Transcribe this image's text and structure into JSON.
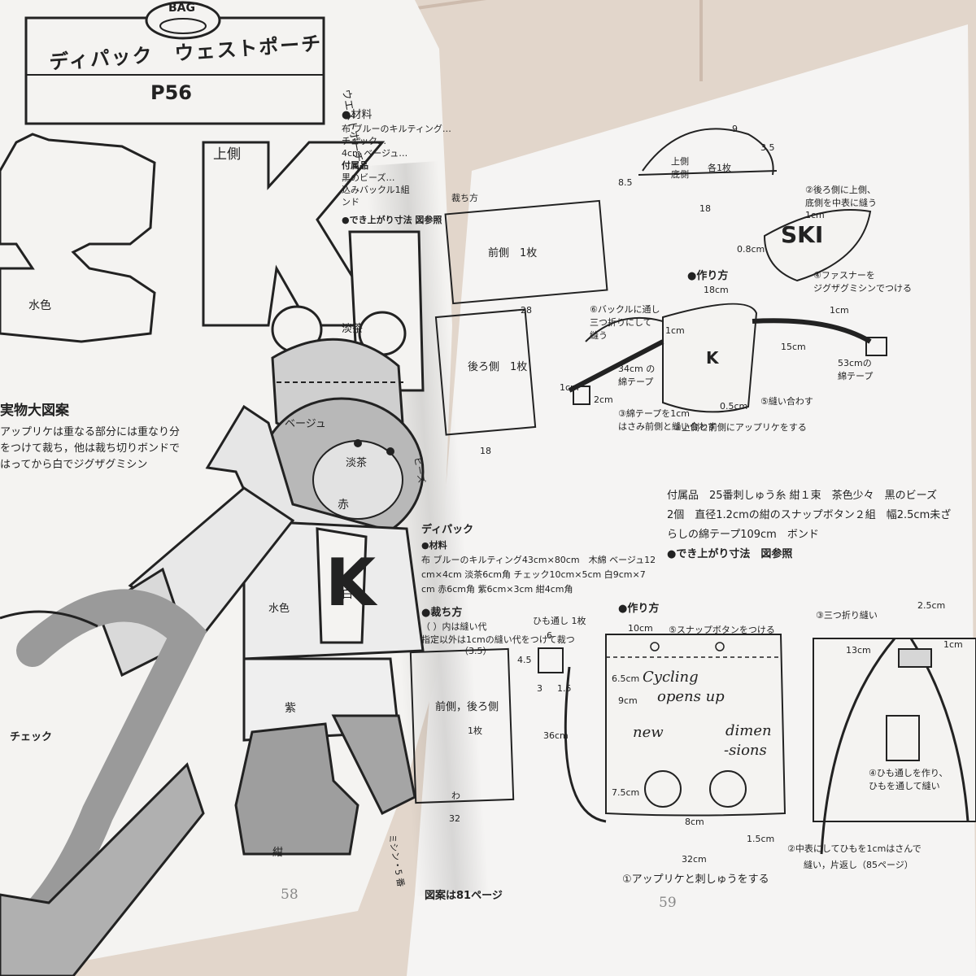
{
  "left_page": {
    "box_icon_text": "BAG",
    "title": "ディパック　ウェストポーチ",
    "page_ref": "P56",
    "letters": [
      "S",
      "K",
      "I"
    ],
    "label_top": "上側",
    "label_water1": "水色",
    "label_light_brown1": "淡茶",
    "label_beige": "ベージュ",
    "label_light_brown2": "淡茶",
    "label_red": "赤",
    "label_white": "白",
    "label_water2": "水色",
    "label_purple": "紫",
    "label_check": "チェック",
    "label_navy": "紺",
    "heading_actual": "実物大図案",
    "note_line1": "アップリケは重なる部分には重なり分",
    "note_line2": "をつけて裁ち，他は裁ち切りボンドで",
    "note_line3": "はってから白でジグザグミシン",
    "note_bead": "ビーズ",
    "note_stitch": "ミシン・5 番",
    "page_number": "58"
  },
  "right_page": {
    "waist_heading": "ウエストポーチ",
    "materials_head": "●材料",
    "materials_text": "布 ブルーのキルティング…",
    "check_line": "チェック…",
    "cm4": "4cm ベージュ…",
    "attached": "付属品",
    "attached_text": "黒のビーズ…",
    "buckle_text": "込みバックル1組",
    "bond_text": "ンド",
    "finished_size": "●でき上がり寸法 図参照",
    "cut_head": "裁ち方",
    "front_label": "前側　1枚",
    "back_label": "後ろ側　1枚",
    "dim_28": "28",
    "dim_18a": "18",
    "dim_9": "9",
    "dim_35": "3.5",
    "dim_85": "8.5",
    "dim_18b": "18",
    "top_bottom": "上側\n底側",
    "each1": "各1枚",
    "step2": "②後ろ側に上側、\n底側を中表に縫う",
    "dim_1cm_a": "1cm",
    "dim_08": "0.8cm",
    "step4": "④ファスナーを\nジグザグミシンでつける",
    "how_to_head1": "●作り方",
    "dim_18cm": "18cm",
    "step6": "⑥バックルに通し\n三つ折りにして\n縫う",
    "dim_1cm_b": "1cm",
    "dim_1cm_c": "1cm",
    "dim_15cm": "15cm",
    "dim_34cm": "34cm の\n綿テープ",
    "dim_53cm": "53cmの\n綿テープ",
    "dim_1cm_d": "1cm",
    "dim_2cm": "2cm",
    "dim_05": "0.5cm",
    "step5": "⑤縫い合わす",
    "step3": "③綿テープを1cm\nはさみ前側と縫い合わす",
    "step1": "①上側と前側にアップリケをする",
    "attached2_line1": "付属品　25番刺しゅう糸 紺１束　茶色少々　黒のビーズ",
    "attached2_line2": "2個　直径1.2cmの紺のスナップボタン２組　幅2.5cm未ざ",
    "attached2_line3": "らしの綿テープ109cm　ボンド",
    "finished_size2": "●でき上がり寸法　図参照",
    "daypack_head": "ディパック",
    "materials2_head": "●材料",
    "mat2_line1": "布 ブルーのキルティング43cm×80cm　木綿 ベージュ12",
    "mat2_line2": "cm×4cm 淡茶6cm角 チェック10cm×5cm 白9cm×7",
    "mat2_line3": "cm 赤6cm角 紫6cm×3cm 紺4cm角",
    "cut2_head": "●裁ち方",
    "cut2_note1": "（ ）内は縫い代",
    "cut2_note2": "指定以外は1cmの縫い代をつけて裁つ",
    "dim_35b": "（3.5）",
    "front_back": "前側，後ろ側",
    "one_sheet": "1枚",
    "wa": "わ",
    "dim_32a": "32",
    "loop_head": "ひも通し 1枚",
    "dim_6": "6",
    "dim_45": "4.5",
    "dim_3": "3",
    "dim_15": "1.5",
    "how_to_head2": "●作り方",
    "dim_10cm": "10cm",
    "step5b": "⑤スナップボタンをつける",
    "dim_65": "6.5cm",
    "dim_9cm": "9cm",
    "emb1": "Cycling",
    "emb2": "opens up",
    "emb3": "new",
    "emb4": "dimen",
    "emb5": "-sions",
    "dim_36cm": "36cm",
    "dim_75": "7.5cm",
    "dim_8cm": "8cm",
    "dim_15cm_b": "1.5cm",
    "dim_32cm": "32cm",
    "step1b": "①アップリケと刺しゅうをする",
    "step3b": "③三つ折り縫い",
    "dim_25cm": "2.5cm",
    "dim_13cm": "13cm",
    "dim_1cm_e": "1cm",
    "step4b": "④ひも通しを作り、\nひもを通して縫い",
    "step2b": "②中表にしてひもを1cmはさんで",
    "step2b_2": "縫い，片返し（85ページ）",
    "pattern_ref": "図案は81ページ",
    "page_number": "59"
  },
  "colors": {
    "table": "#d9cbbf",
    "page": "#f4f3f1",
    "ink": "#222222",
    "gray_fill": "#b8b8b8",
    "light_gray": "#d6d6d6"
  }
}
